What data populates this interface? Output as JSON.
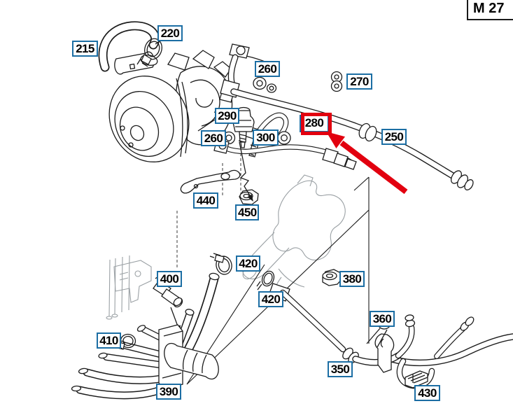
{
  "header": {
    "module_code": "M 27"
  },
  "highlight": {
    "part_number": "280",
    "color": "#e2000f"
  },
  "colors": {
    "label_border": "#1c6ea4",
    "line_art": "#1c1c1c",
    "ghost_art": "#9aa0a4",
    "highlight": "#e2000f"
  },
  "labels": {
    "p215": "215",
    "p220": "220",
    "p260_top": "260",
    "p270": "270",
    "p290": "290",
    "p260_side": "260",
    "p300": "300",
    "p280": "280",
    "p250": "250",
    "p440": "440",
    "p450": "450",
    "p400": "400",
    "p420_upper": "420",
    "p420_lower": "420",
    "p380": "380",
    "p360": "360",
    "p410": "410",
    "p390": "390",
    "p350": "350",
    "p430": "430"
  }
}
